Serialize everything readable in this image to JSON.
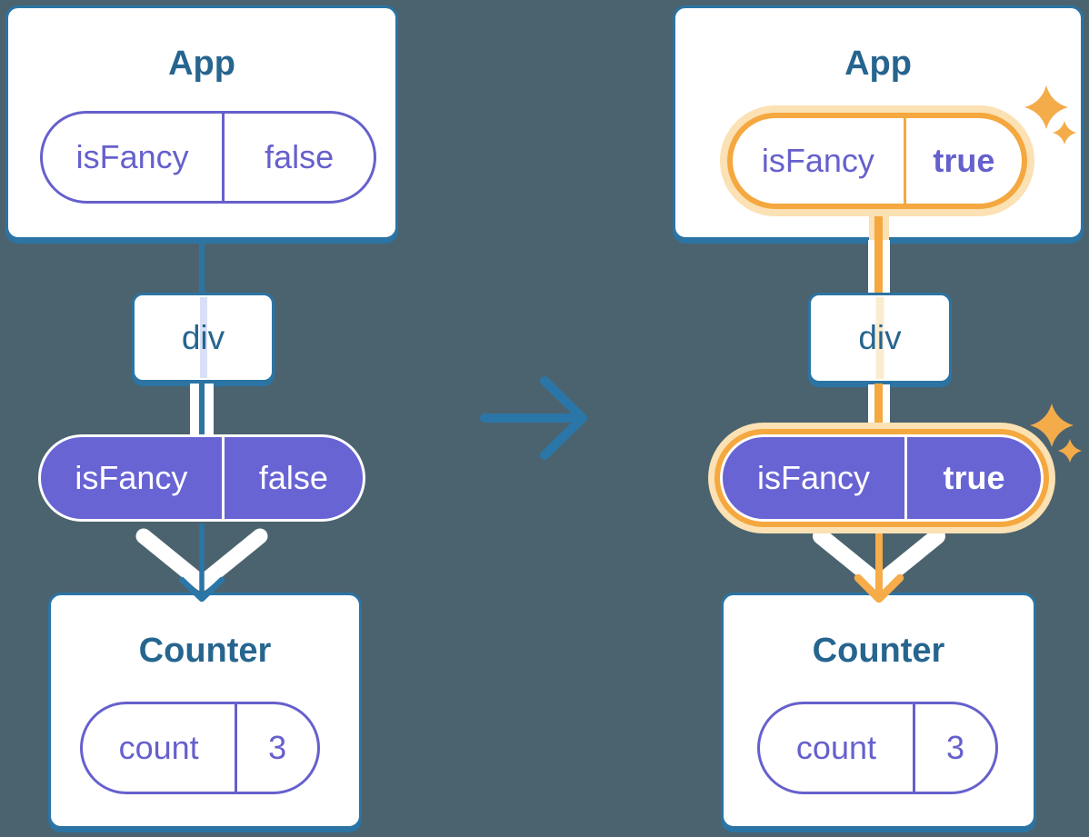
{
  "colors": {
    "background": "#4B636E",
    "card_border_blue": "#2B74A4",
    "heading_text_blue": "#26658F",
    "purple": "#6660CD",
    "purple_pill_fill": "#6964D4",
    "highlight_orange": "#F4A83F",
    "highlight_halo": "#FBE1B3",
    "pipe_cream": "#FBECD0",
    "pipe_lavender": "#D9DFF5",
    "transition_arrow_blue": "#2B76A8"
  },
  "before": {
    "app": {
      "title": "App",
      "prop": {
        "name": "isFancy",
        "value": "false"
      }
    },
    "container": {
      "label": "div"
    },
    "passed_prop": {
      "name": "isFancy",
      "value": "false"
    },
    "counter": {
      "title": "Counter",
      "state": {
        "name": "count",
        "value": "3"
      }
    }
  },
  "after": {
    "app": {
      "title": "App",
      "prop": {
        "name": "isFancy",
        "value": "true"
      }
    },
    "container": {
      "label": "div"
    },
    "passed_prop": {
      "name": "isFancy",
      "value": "true"
    },
    "counter": {
      "title": "Counter",
      "state": {
        "name": "count",
        "value": "3"
      }
    }
  }
}
